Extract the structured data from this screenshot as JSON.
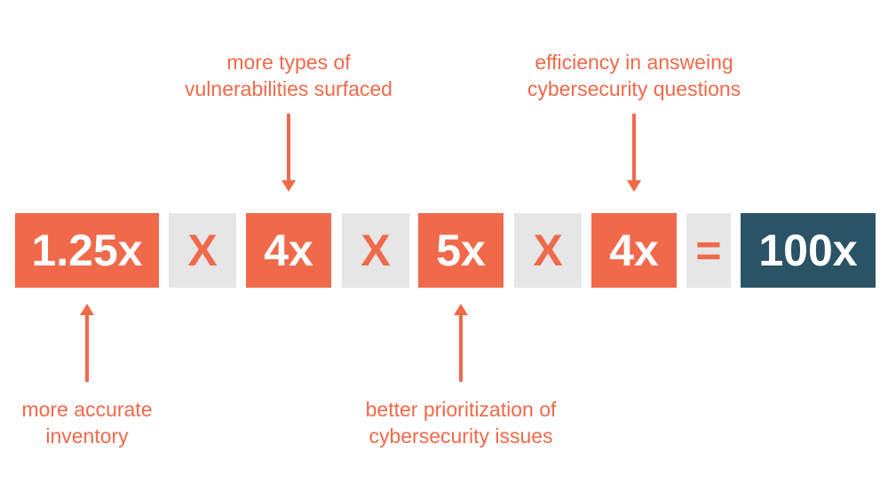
{
  "equation": {
    "factor_1": "1.25x",
    "times_1": "X",
    "factor_2": "4x",
    "times_2": "X",
    "factor_3": "5x",
    "times_3": "X",
    "factor_4": "4x",
    "equals": "=",
    "result": "100x"
  },
  "labels": {
    "factor_1": [
      "more accurate",
      "inventory"
    ],
    "factor_2": [
      "more types of",
      "vulnerabilities surfaced"
    ],
    "factor_3": [
      "better prioritization of",
      "cybersecurity issues"
    ],
    "factor_4": [
      "efficiency in answeing",
      "cybersecurity questions"
    ]
  },
  "colors": {
    "accent": "#f0694a",
    "operator_background": "#e6e6e6",
    "result_background": "#2b5366",
    "text_on_accent": "#ffffff"
  }
}
